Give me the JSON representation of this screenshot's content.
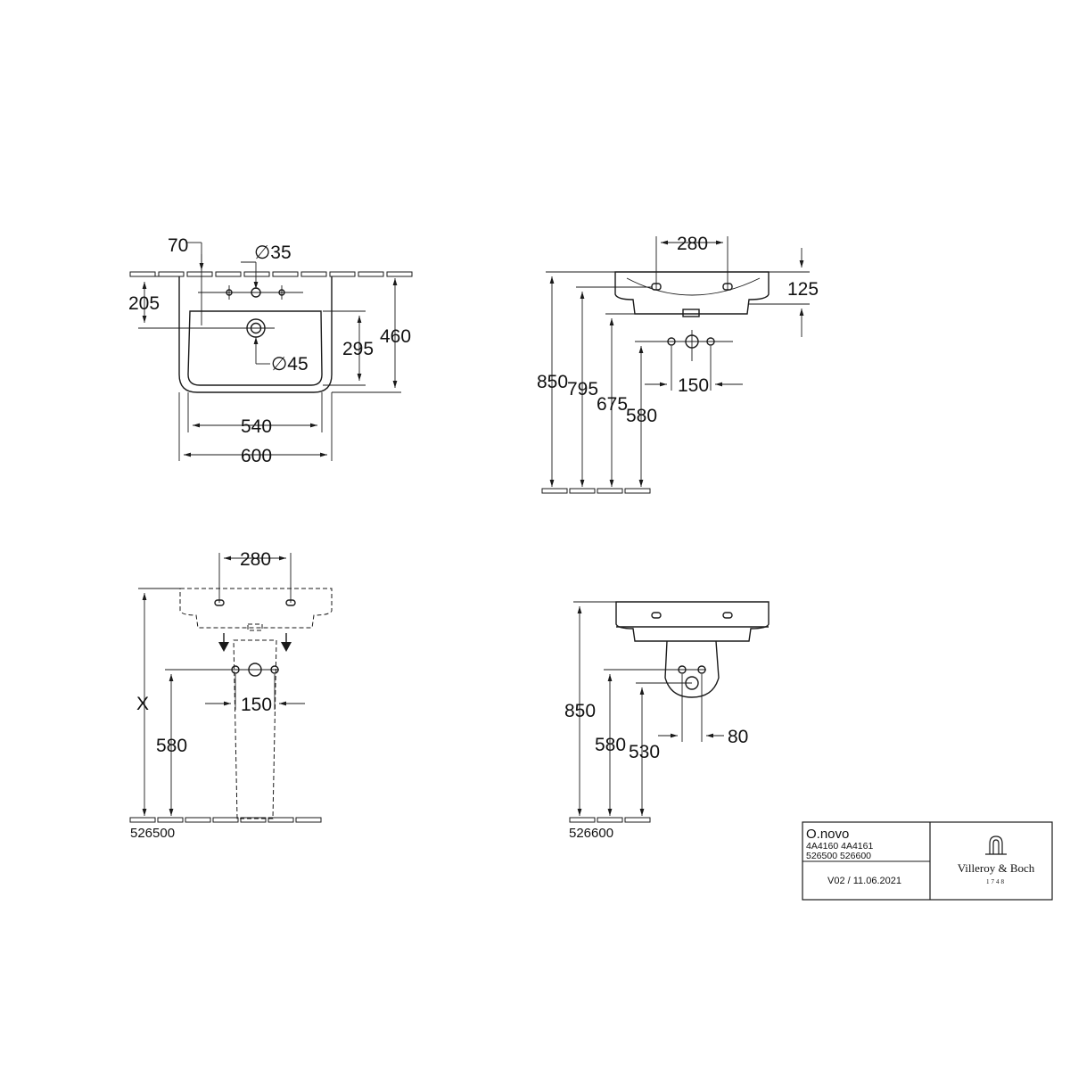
{
  "top_view": {
    "dims": {
      "d70": "70",
      "d35": "∅35",
      "d205": "205",
      "d295": "295",
      "d460": "460",
      "d45": "∅45",
      "d540": "540",
      "d600": "600"
    }
  },
  "side_view": {
    "dims": {
      "d280": "280",
      "d125": "125",
      "d850": "850",
      "d795": "795",
      "d675": "675",
      "d580": "580",
      "d150": "150"
    }
  },
  "front_pedestal": {
    "dims": {
      "d280": "280",
      "dX": "X",
      "d580": "580",
      "d150": "150"
    },
    "ref": "526500"
  },
  "front_semi": {
    "dims": {
      "d850": "850",
      "d580": "580",
      "d530": "530",
      "d80": "80"
    },
    "ref": "526600"
  },
  "title_block": {
    "product": "O.novo",
    "codes_row1": "4A4160  4A4161",
    "codes_row2": "526500  526600",
    "version": "V02 / 11.06.2021",
    "brand": "Villeroy & Boch",
    "brand_year": "1748"
  }
}
